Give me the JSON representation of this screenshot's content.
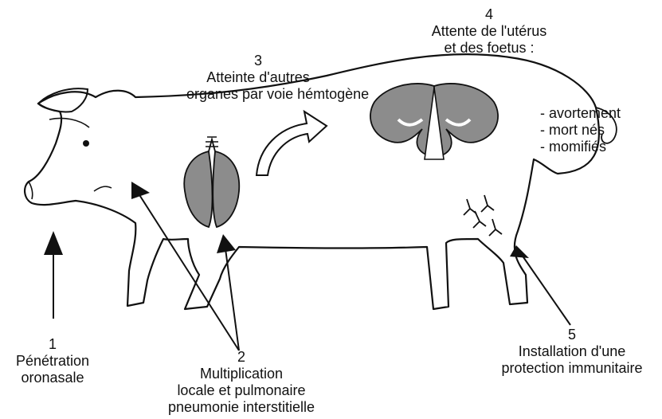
{
  "steps": {
    "s1": {
      "num": "1",
      "line1": "Pénétration",
      "line2": "oronasale"
    },
    "s2": {
      "num": "2",
      "line1": "Multiplication",
      "line2": "locale et pulmonaire",
      "line3": "pneumonie interstitielle"
    },
    "s3": {
      "num": "3",
      "line1": "Atteinte d'autres",
      "line2": "organes par voie hémtogène"
    },
    "s4": {
      "num": "4",
      "line1": "Attente de l'utérus",
      "line2": "et des foetus :"
    },
    "s5": {
      "num": "5",
      "line1": "Installation d'une",
      "line2": "protection immunitaire"
    }
  },
  "outcomes": [
    "- avortement",
    "- mort nés",
    "- momifiés"
  ],
  "colors": {
    "ink": "#111111",
    "organ_fill": "#8c8c8c",
    "background": "#ffffff"
  }
}
